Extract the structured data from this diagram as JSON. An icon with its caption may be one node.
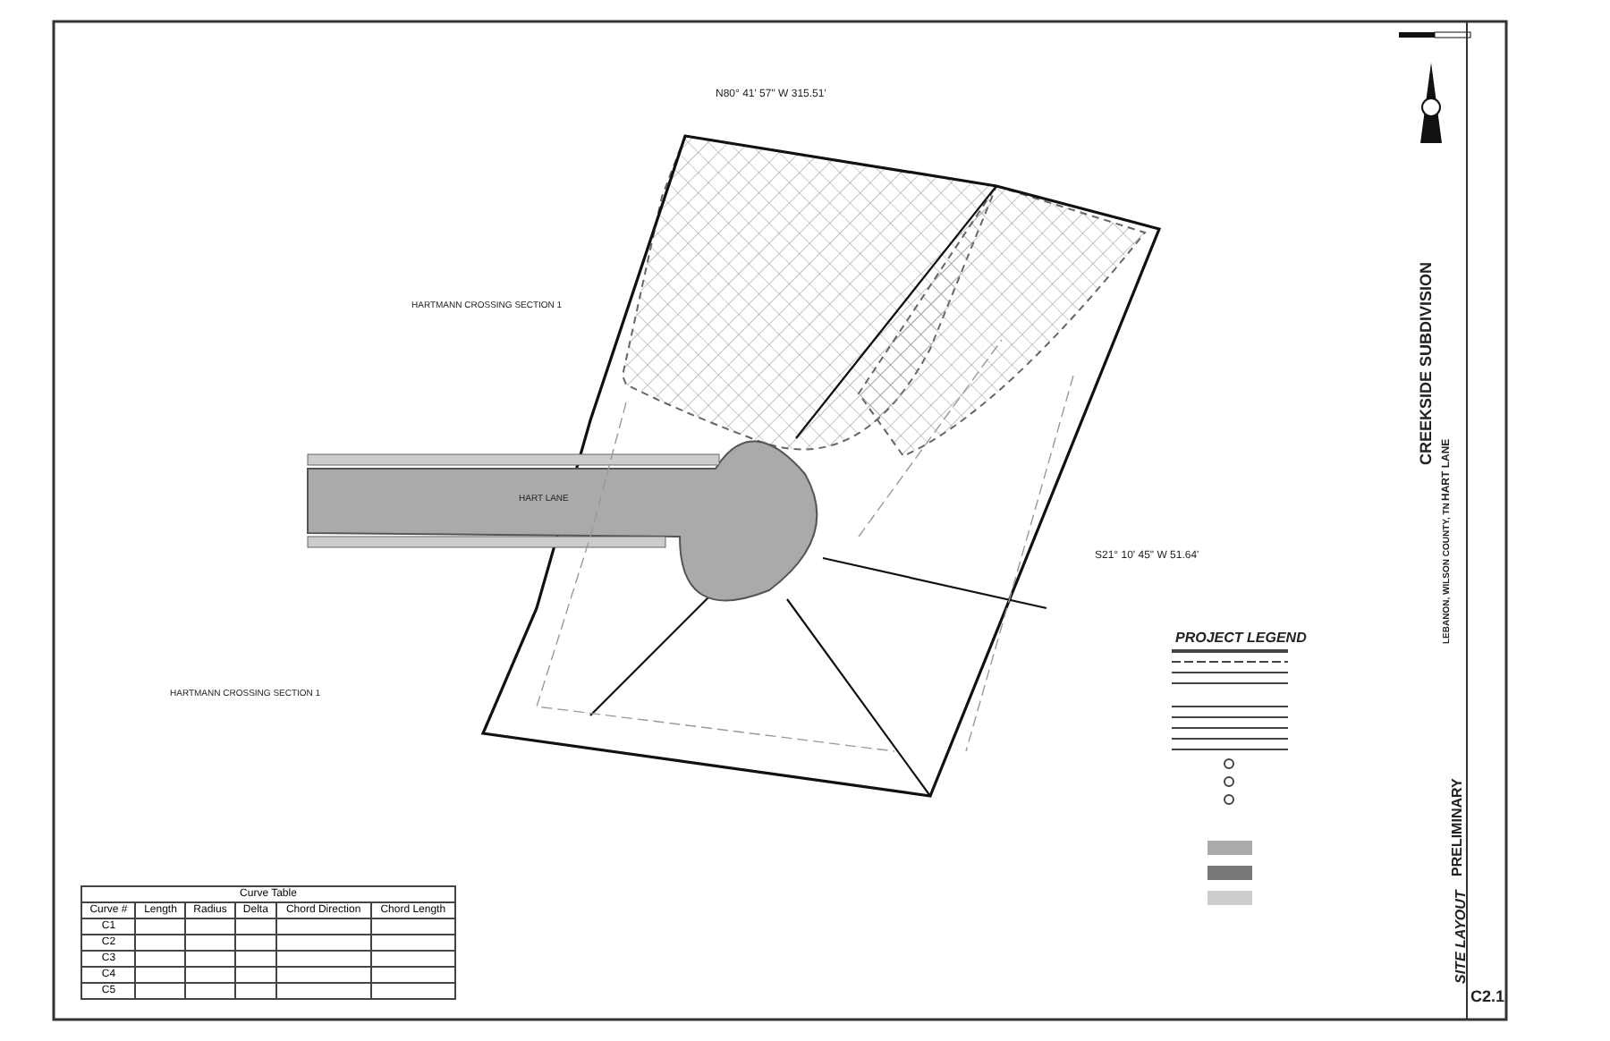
{
  "diagram": {
    "labels": [
      "N80° 41' 57\" W 315.51'",
      "HARTMANN CROSSING SECTION 1",
      "HART LANE",
      "S21° 10' 45\" W 51.64'",
      "HARTMANN CROSSING SECTION 1",
      "PROJECT LEGEND",
      "Curve Table",
      "Curve #",
      "Length",
      "Radius",
      "Delta",
      "Chord Direction",
      "Chord Length",
      "C1",
      "C2",
      "C3",
      "C4",
      "C5",
      "CREEKSIDE SUBDIVISION",
      "HART LANE",
      "LEBANON, WILSON COUNTY, TN",
      "PRELIMINARY",
      "SITE LAYOUT",
      "C2.1"
    ]
  }
}
